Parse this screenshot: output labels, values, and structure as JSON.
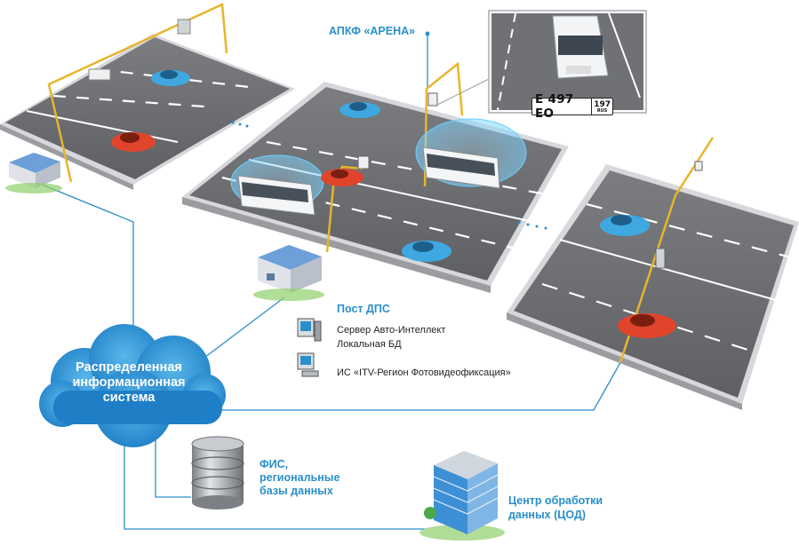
{
  "labels": {
    "apkf": "АПКФ «АРЕНА»",
    "post": "Пост ДПС",
    "server1": "Сервер Авто-Интеллект",
    "server2": "Локальная БД",
    "is": "ИС «ITV-Регион Фотовидеофиксация»",
    "cloud_line1": "Распределенная",
    "cloud_line2": "информационная",
    "cloud_line3": "система",
    "fis_line1": "ФИС,",
    "fis_line2": "региональные",
    "fis_line3": "базы данных",
    "cod_line1": "Центр обработки",
    "cod_line2": "данных (ЦОД)"
  },
  "plate": {
    "number": "E 497 EO",
    "region": "197",
    "country": "RUS"
  },
  "colors": {
    "accent_blue": "#2a8fc9",
    "road": "#707276",
    "road_edge": "#c9cbce",
    "car_blue": "#3fa8e0",
    "car_red": "#e0452c",
    "gantry": "#e8b52b",
    "cloud": "#2e8ed0"
  }
}
